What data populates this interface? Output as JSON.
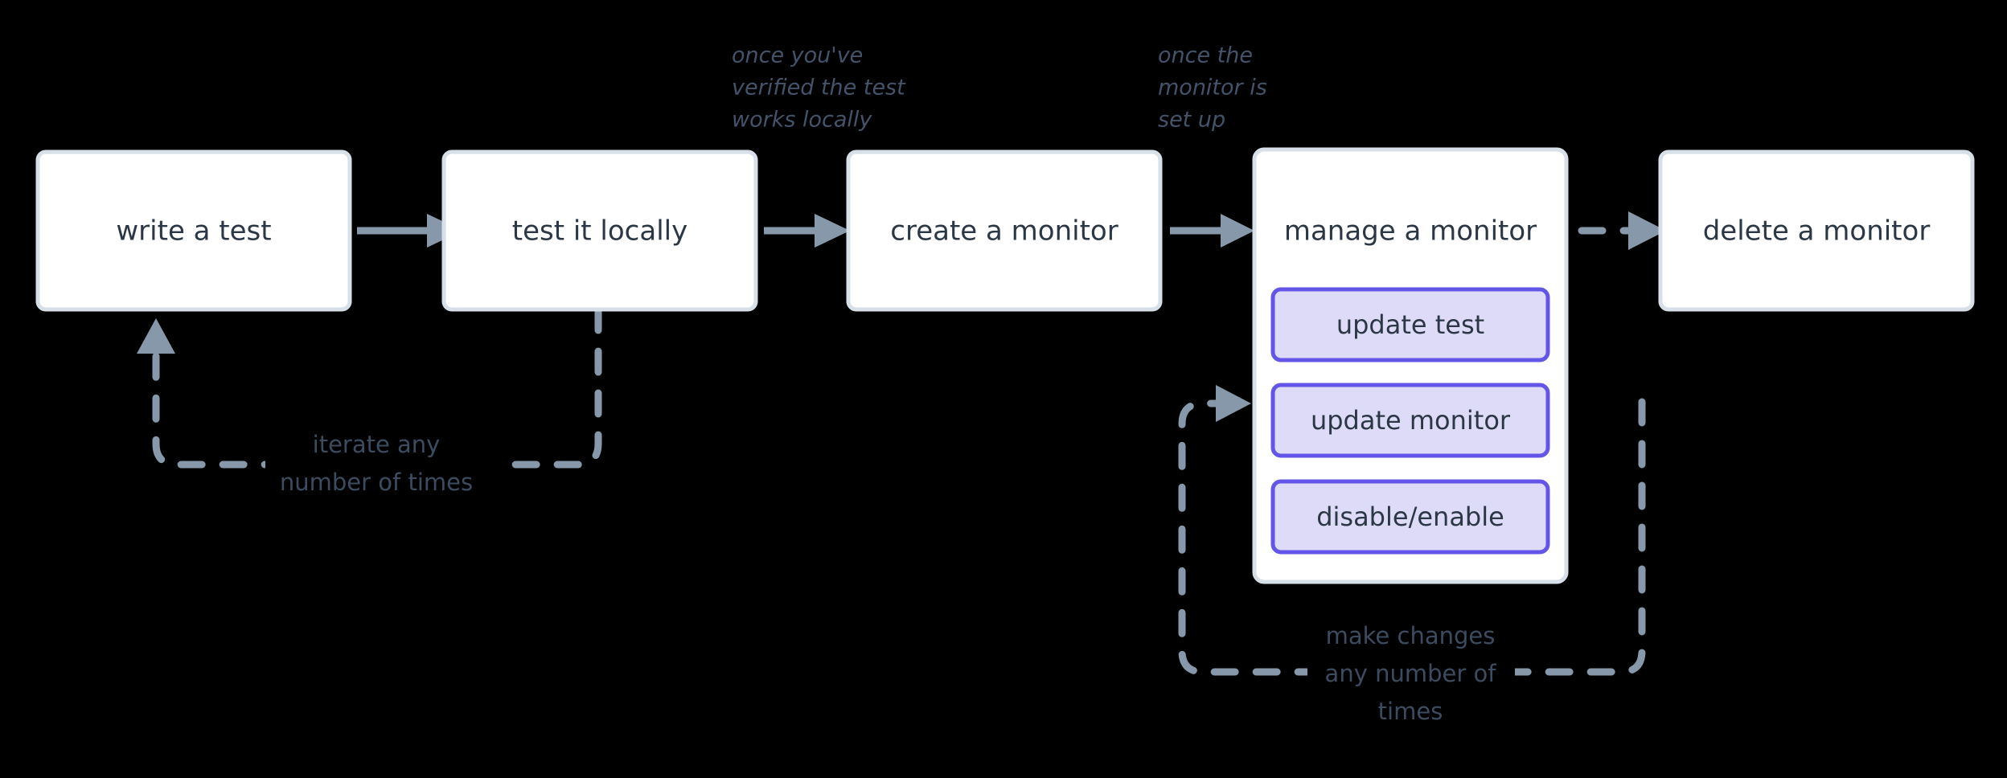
{
  "diagram": {
    "title": "monitor lifecycle flowchart",
    "background_color": "#000000",
    "node_fill": "#ffffff",
    "node_border_color": "#d7e0e8",
    "node_text_color": "#2b3745",
    "accent_purple_border": "#6355e8",
    "accent_purple_fill": "#dedbf8",
    "connector_color": "#8898ab",
    "caption_color": "#43536a",
    "nodes": [
      {
        "id": "write-a-test",
        "label": "write a test"
      },
      {
        "id": "test-it-locally",
        "label": "test it locally"
      },
      {
        "id": "create-a-monitor",
        "label": "create a monitor"
      },
      {
        "id": "manage-a-monitor",
        "label": "manage a monitor"
      },
      {
        "id": "delete-a-monitor",
        "label": "delete a monitor"
      }
    ],
    "sub_nodes": [
      {
        "id": "update-test",
        "label": "update test"
      },
      {
        "id": "update-monitor",
        "label": "update monitor"
      },
      {
        "id": "disable-enable",
        "label": "disable/enable"
      }
    ],
    "edge_captions": {
      "verified_locally": {
        "lines": [
          "once you've",
          "verified the test",
          "works locally"
        ]
      },
      "monitor_set_up": {
        "lines": [
          "once the",
          "monitor is",
          "set up"
        ]
      }
    },
    "loop_captions": {
      "iterate_loop": {
        "lines": [
          "iterate any",
          "number of times"
        ]
      },
      "changes_loop": {
        "lines": [
          "make changes",
          "any number of",
          "times"
        ]
      }
    },
    "edges": [
      {
        "id": "write-to-test",
        "style": "solid",
        "from": "write-a-test",
        "to": "test-it-locally"
      },
      {
        "id": "test-to-create",
        "style": "solid",
        "from": "test-it-locally",
        "to": "create-a-monitor"
      },
      {
        "id": "create-to-manage",
        "style": "solid",
        "from": "create-a-monitor",
        "to": "manage-a-monitor"
      },
      {
        "id": "manage-to-delete",
        "style": "dashed",
        "from": "manage-a-monitor",
        "to": "delete-a-monitor"
      },
      {
        "id": "iterate-loop",
        "style": "dashed",
        "from": "test-it-locally",
        "to": "write-a-test"
      },
      {
        "id": "changes-loop",
        "style": "dashed",
        "from": "manage-a-monitor",
        "to": "manage-a-monitor"
      }
    ]
  }
}
